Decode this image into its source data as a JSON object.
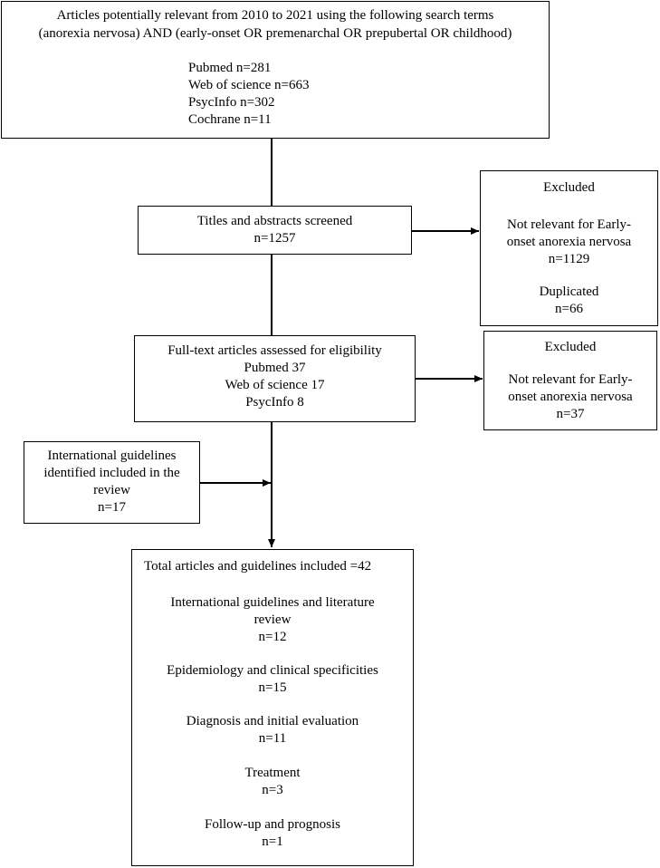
{
  "search": {
    "header_lines": [
      "Articles potentially relevant from 2010 to 2021 using the following search terms",
      "(anorexia nervosa) AND (early-onset OR premenarchal OR prepubertal OR childhood)"
    ],
    "databases": [
      "Pubmed n=281",
      "Web of science n=663",
      "PsycInfo n=302",
      "Cochrane n=11"
    ]
  },
  "screen": {
    "lines": [
      "Titles and abstracts screened",
      "n=1257"
    ]
  },
  "excluded_1": {
    "title": "Excluded",
    "reason_lines": [
      "Not relevant for Early-",
      "onset anorexia nervosa",
      "n=1129"
    ],
    "dup_lines": [
      "Duplicated",
      "n=66"
    ]
  },
  "fulltext": {
    "lines": [
      "Full-text articles assessed for eligibility",
      "Pubmed 37",
      "Web of science 17",
      "PsycInfo 8"
    ]
  },
  "excluded_2": {
    "title": "Excluded",
    "reason_lines": [
      "Not relevant for Early-",
      "onset anorexia nervosa",
      "n=37"
    ]
  },
  "guidelines": {
    "lines": [
      "International guidelines",
      "identified included in the",
      "review",
      "n=17"
    ]
  },
  "total": {
    "title": "Total articles and  guidelines included =42",
    "groups": [
      {
        "lines": [
          "International guidelines and literature",
          "review",
          "n=12"
        ]
      },
      {
        "lines": [
          "Epidemiology and clinical specificities",
          "n=15"
        ]
      },
      {
        "lines": [
          "Diagnosis and initial evaluation",
          "n=11"
        ]
      },
      {
        "lines": [
          "Treatment",
          "n=3"
        ]
      },
      {
        "lines": [
          "Follow-up and prognosis",
          "n=1"
        ]
      }
    ]
  }
}
